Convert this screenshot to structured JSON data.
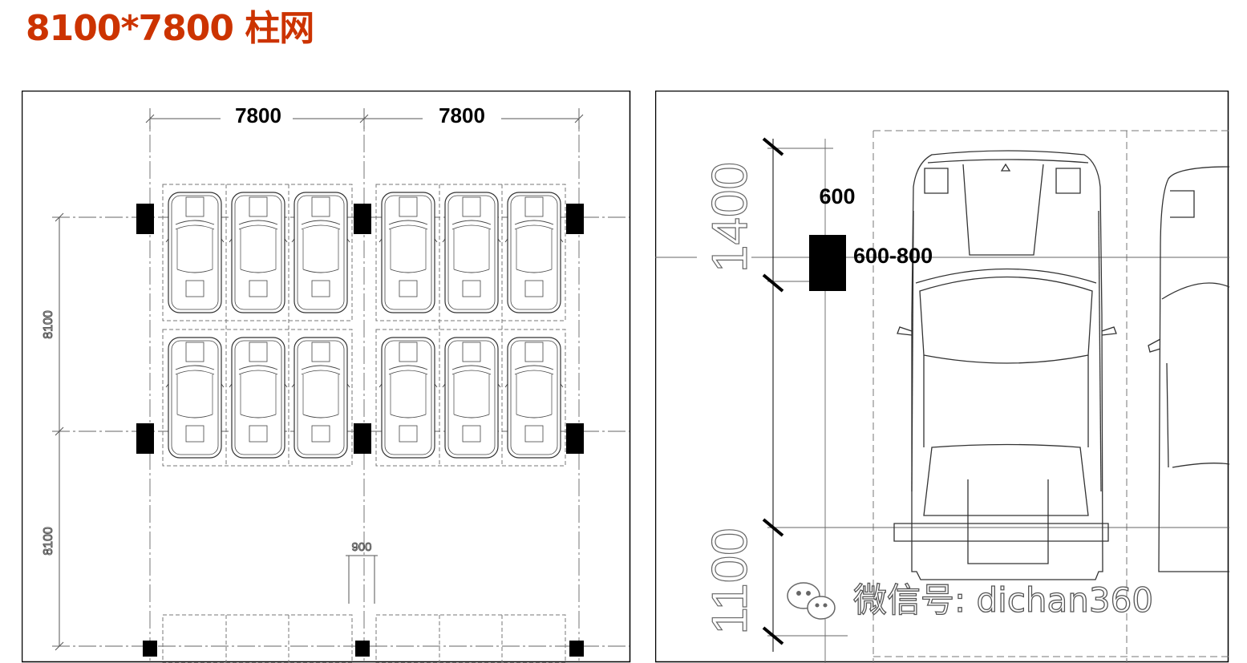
{
  "title": "8100*7800 柱网",
  "colors": {
    "title": "#cc3300",
    "ink": "#000000",
    "line": "#555555"
  },
  "left_plan": {
    "dim_top_left": "7800",
    "dim_top_right": "7800",
    "dim_side_upper": "8100",
    "dim_side_lower": "8100",
    "dim_gap": "900"
  },
  "detail": {
    "column_width_label": "600",
    "column_depth_label": "600-800",
    "dim_upper": "1400",
    "dim_lower": "1100"
  },
  "watermark": {
    "text": "微信号: dichan360",
    "icon": "wechat-icon"
  }
}
